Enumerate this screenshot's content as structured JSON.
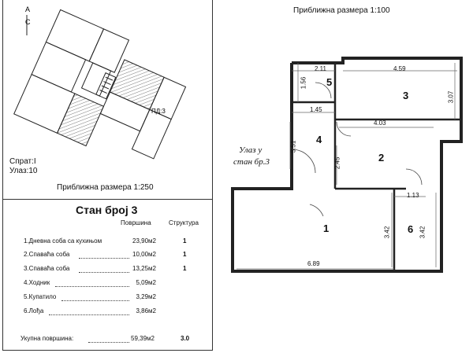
{
  "location_plan": {
    "north_letters": [
      "А",
      "С"
    ],
    "unit_tag": "ПД:3",
    "floor_label": "Спрат:I",
    "entrance_label": "Улаз:10",
    "scale_label": "Приближна размера 1:250"
  },
  "apartment": {
    "title": "Стан број 3",
    "col_area": "Површина",
    "col_structure": "Структура",
    "rooms": [
      {
        "label": "1.Дневна соба са кухињом",
        "area": "23,90м2",
        "structure": "1"
      },
      {
        "label": "2.Спаваћа соба",
        "area": "10,00м2",
        "structure": "1"
      },
      {
        "label": "3.Спаваћа соба",
        "area": "13,25м2",
        "structure": "1"
      },
      {
        "label": "4.Ходник",
        "area": "5,09м2",
        "structure": ""
      },
      {
        "label": "5.Купатило",
        "area": "3,29м2",
        "structure": ""
      },
      {
        "label": "6.Лођа",
        "area": "3,86м2",
        "structure": ""
      }
    ],
    "total_label": "Укупна површина:",
    "total_area": "59,39м2",
    "total_structure": "3.0"
  },
  "floor_plan": {
    "scale_label": "Приближна размера 1:100",
    "entrance_line1": "Улаз у",
    "entrance_line2": "стан бр.3",
    "room_numbers": [
      "1",
      "2",
      "3",
      "4",
      "5",
      "6"
    ],
    "dimensions": {
      "d_2_11": "2.11",
      "d_4_59": "4.59",
      "d_1_56": "1.56",
      "d_3_07": "3.07",
      "d_1_45": "1.45",
      "d_4_03": "4.03",
      "d_3_51": "3.51",
      "d_2_45": "2.45",
      "d_1_13": "1.13",
      "d_3_42_a": "3.42",
      "d_3_42_b": "3.42",
      "d_6_89": "6.89"
    }
  }
}
